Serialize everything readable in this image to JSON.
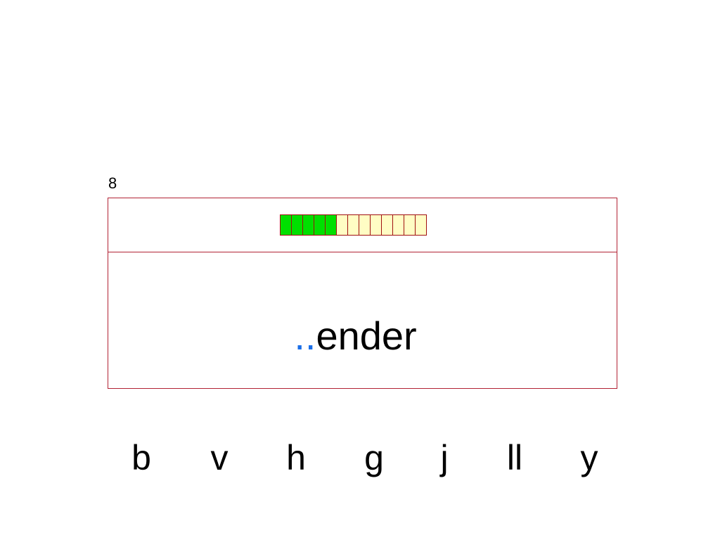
{
  "counter": "8",
  "progress": {
    "filled": 5,
    "total": 13,
    "filled_color": "#00e000",
    "empty_color": "#fffdc4"
  },
  "word": {
    "gap": "..",
    "suffix": "ender",
    "gap_color": "#1a6ee8"
  },
  "choices": [
    "b",
    "v",
    "h",
    "g",
    "j",
    "ll",
    "y"
  ]
}
